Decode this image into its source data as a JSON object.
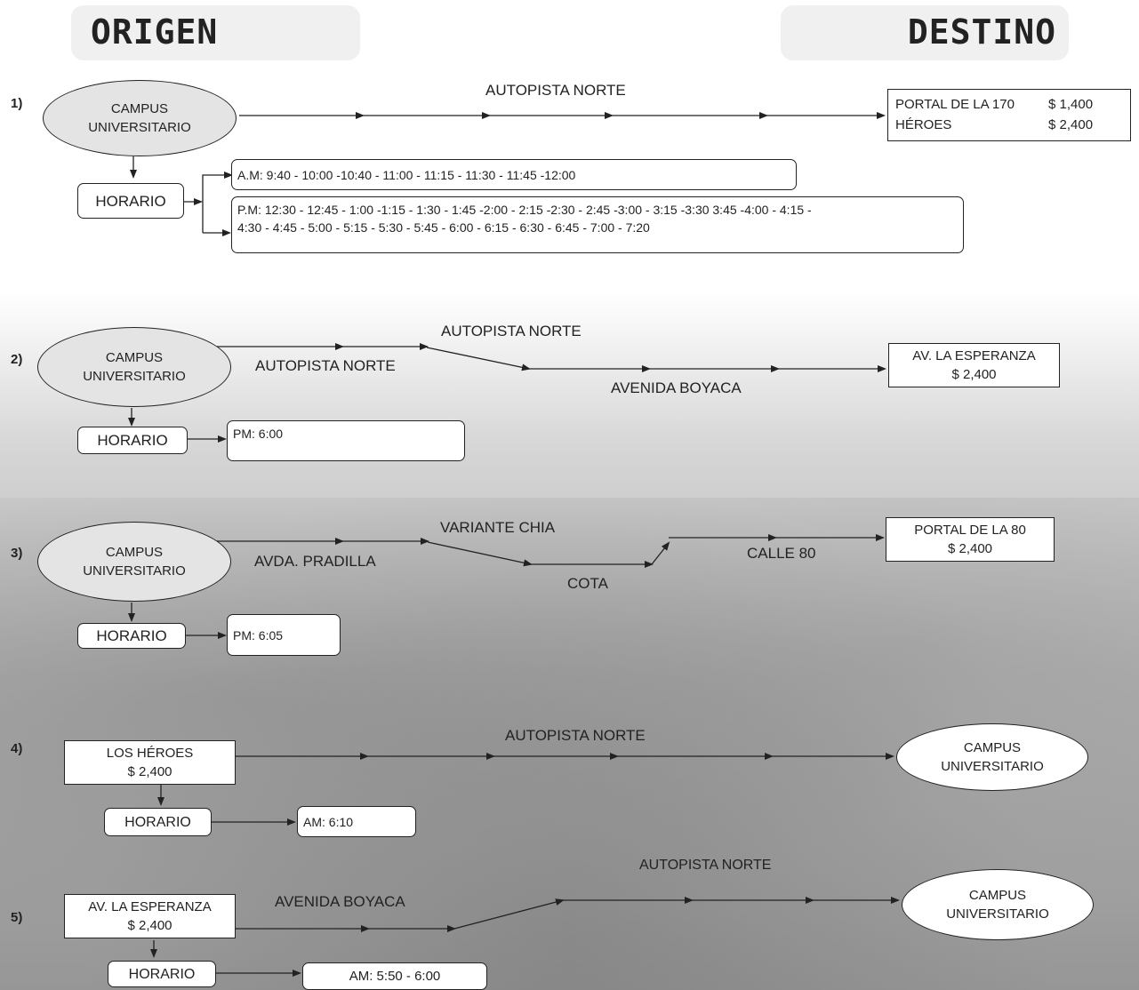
{
  "header": {
    "origin": "ORIGEN",
    "destination": "DESTINO"
  },
  "routes": [
    {
      "number": "1)",
      "origin": [
        "CAMPUS",
        "UNIVERSITARIO"
      ],
      "road_labels": [
        "AUTOPISTA NORTE"
      ],
      "destination": [
        {
          "name": "PORTAL DE LA 170",
          "price": "$ 1,400"
        },
        {
          "name": "HÉROES",
          "price": "$ 2,400"
        }
      ],
      "schedule_label": "HORARIO",
      "schedule": [
        "A.M: 9:40 - 10:00 -10:40 - 11:00 - 11:15 - 11:30 - 11:45 -12:00",
        "P.M: 12:30 - 12:45 - 1:00 -1:15 - 1:30 - 1:45 -2:00 - 2:15 -2:30 - 2:45 -3:00 -  3:15 -3:30 3:45 -4:00 - 4:15 -",
        "4:30 - 4:45 - 5:00 - 5:15 - 5:30 - 5:45 - 6:00 - 6:15 - 6:30 - 6:45 - 7:00 - 7:20"
      ]
    },
    {
      "number": "2)",
      "origin": [
        "CAMPUS",
        "UNIVERSITARIO"
      ],
      "road_labels": [
        "AUTOPISTA NORTE",
        "AUTOPISTA NORTE",
        "AVENIDA BOYACA"
      ],
      "destination": [
        "AV. LA ESPERANZA",
        "$ 2,400"
      ],
      "schedule_label": "HORARIO",
      "schedule": [
        "PM:  6:00"
      ]
    },
    {
      "number": "3)",
      "origin": [
        "CAMPUS",
        "UNIVERSITARIO"
      ],
      "road_labels": [
        "VARIANTE CHIA",
        "AVDA. PRADILLA",
        "COTA",
        "CALLE 80"
      ],
      "destination": [
        "PORTAL DE LA 80",
        "$ 2,400"
      ],
      "schedule_label": "HORARIO",
      "schedule": [
        "PM:  6:05"
      ]
    },
    {
      "number": "4)",
      "origin": [
        "LOS HÉROES",
        "$ 2,400"
      ],
      "road_labels": [
        "AUTOPISTA NORTE"
      ],
      "destination": [
        "CAMPUS",
        "UNIVERSITARIO"
      ],
      "schedule_label": "HORARIO",
      "schedule": [
        "AM: 6:10"
      ]
    },
    {
      "number": "5)",
      "origin": [
        "AV. LA ESPERANZA",
        "$ 2,400"
      ],
      "road_labels": [
        "AVENIDA BOYACA",
        "AUTOPISTA NORTE"
      ],
      "destination": [
        "CAMPUS",
        "UNIVERSITARIO"
      ],
      "schedule_label": "HORARIO",
      "schedule": [
        "AM: 5:50 - 6:00"
      ]
    }
  ]
}
